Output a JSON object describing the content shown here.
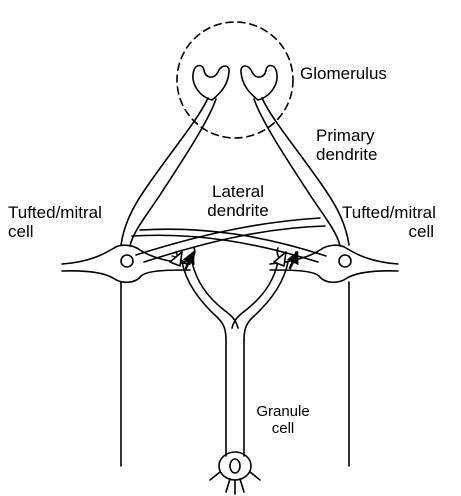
{
  "labels": {
    "glomerulus": "Glomerulus",
    "primary_dendrite": [
      "Primary",
      "dendrite"
    ],
    "lateral_dendrite": [
      "Lateral",
      "dendrite"
    ],
    "tufted_mitral_left": [
      "Tufted/mitral",
      "cell"
    ],
    "tufted_mitral_right": [
      "Tufted/mitral",
      "cell"
    ],
    "granule_cell": [
      "Granule",
      "cell"
    ]
  },
  "colors": {
    "ink": "#000000",
    "background": "#ffffff"
  }
}
